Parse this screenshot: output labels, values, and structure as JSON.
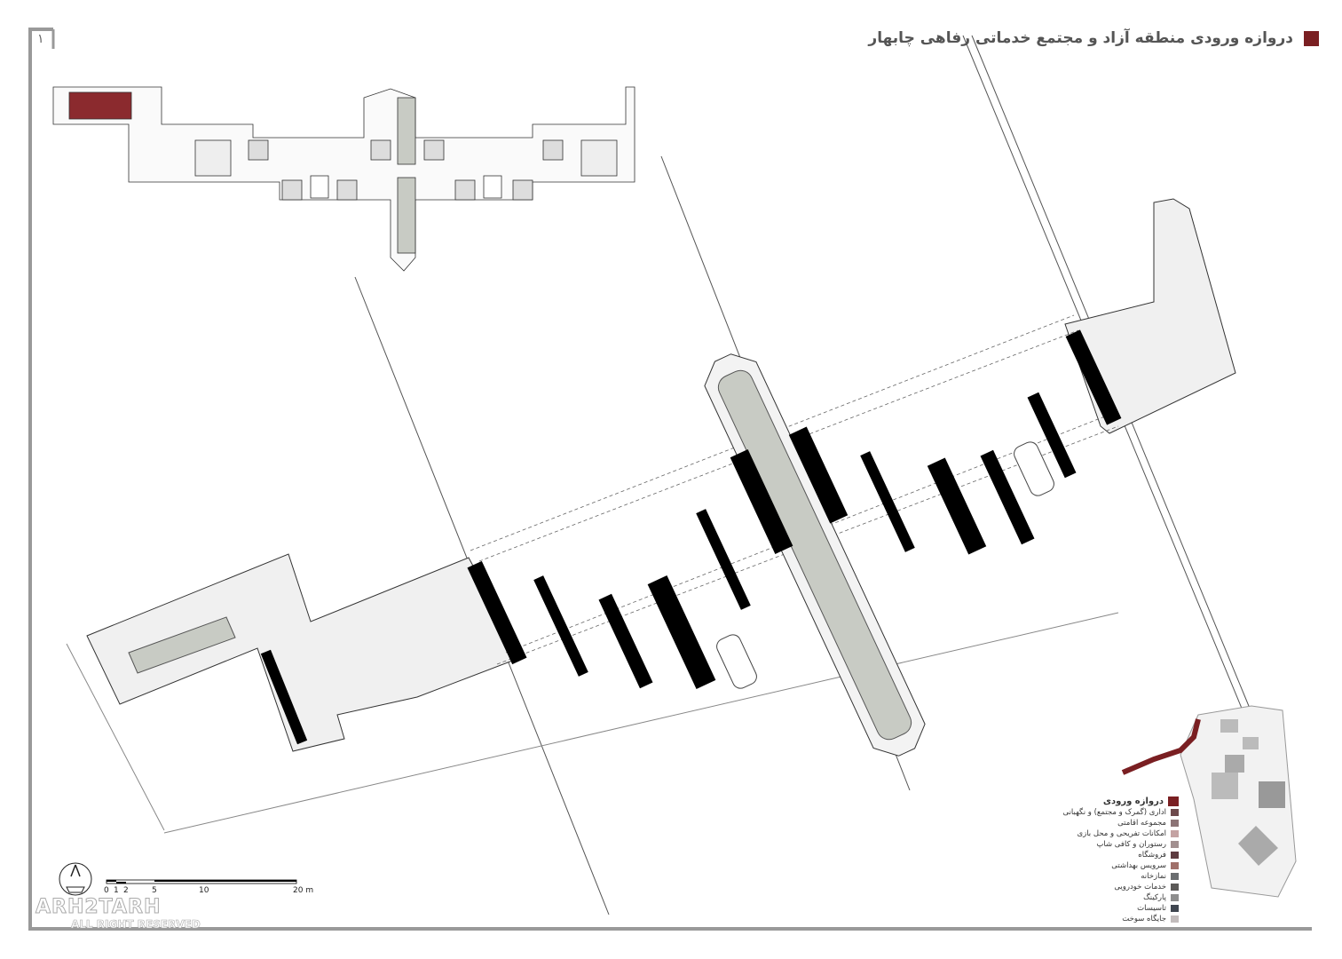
{
  "sheet": {
    "number": "١",
    "title": "دروازه ورودی منطقه آزاد و مجتمع خدماتی رفاهی چابهار",
    "accent_color": "#7a1f22"
  },
  "legend": {
    "items": [
      {
        "label": "دروازه ورودی",
        "color": "#7a1f22",
        "heading": true
      },
      {
        "label": "اداری (گمرک و مجتمع) و نگهبانی",
        "color": "#6e4a4c"
      },
      {
        "label": "مجموعه اقامتی",
        "color": "#8c7476"
      },
      {
        "label": "امکانات تفریحی و محل بازی",
        "color": "#c4a3a3"
      },
      {
        "label": "رستوران و کافی شاپ",
        "color": "#a29090"
      },
      {
        "label": "فروشگاه",
        "color": "#5e3c40"
      },
      {
        "label": "سرویس بهداشتی",
        "color": "#a0706a"
      },
      {
        "label": "نمازخانه",
        "color": "#6b6e70"
      },
      {
        "label": "خدمات خودرویی",
        "color": "#5c5a58"
      },
      {
        "label": "پارکینگ",
        "color": "#8e8e8e"
      },
      {
        "label": "تاسیسات",
        "color": "#3f4650"
      },
      {
        "label": "جایگاه سوخت",
        "color": "#c2bcbc"
      }
    ]
  },
  "scale_bar": {
    "ticks": [
      "0",
      "1",
      "2",
      "5",
      "10",
      "20 m"
    ]
  },
  "watermark": {
    "brand": "ARH2TARH",
    "rights": "ALL RIGHT RESERVED"
  }
}
